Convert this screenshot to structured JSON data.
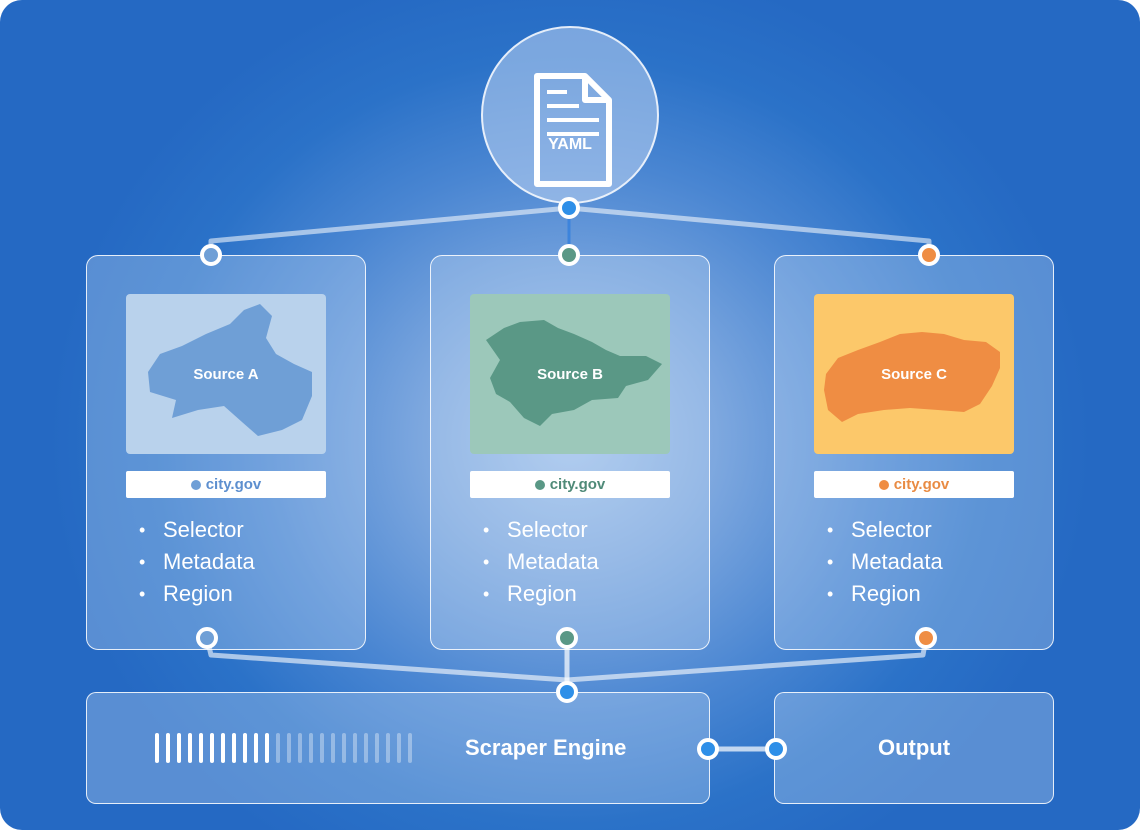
{
  "yaml": {
    "label": "YAML",
    "icon": "yaml-file-icon"
  },
  "sources": [
    {
      "name": "Source A",
      "domain": "city.gov",
      "color": "#6f9fd6",
      "map_bg": "#b9d2ec",
      "text_color": "#5d8fcf",
      "items": [
        "Selector",
        "Metadata",
        "Region"
      ]
    },
    {
      "name": "Source B",
      "domain": "city.gov",
      "color": "#5a9886",
      "map_bg": "#9cc8ba",
      "text_color": "#4f8a78",
      "items": [
        "Selector",
        "Metadata",
        "Region"
      ]
    },
    {
      "name": "Source C",
      "domain": "city.gov",
      "color": "#ef8d43",
      "map_bg": "#fcc86a",
      "text_color": "#e98b43",
      "items": [
        "Selector",
        "Metadata",
        "Region"
      ]
    }
  ],
  "engine": {
    "label": "Scraper Engine"
  },
  "output": {
    "label": "Output"
  },
  "colors": {
    "connector": "#2e8fe8",
    "background": "#2b72c8"
  }
}
